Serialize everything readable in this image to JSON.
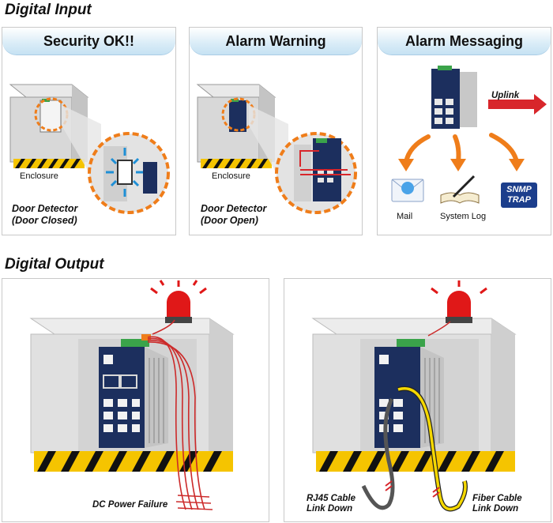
{
  "digital_input": {
    "title": "Digital Input",
    "panels": [
      {
        "title": "Security OK!!",
        "enclosure_label": "Enclosure",
        "detector_line1": "Door Detector",
        "detector_line2": "(Door Closed)"
      },
      {
        "title": "Alarm Warning",
        "enclosure_label": "Enclosure",
        "detector_line1": "Door Detector",
        "detector_line2": "(Door Open)"
      },
      {
        "title": "Alarm Messaging",
        "uplink_label": "Uplink",
        "mail_label": "Mail",
        "syslog_label": "System Log",
        "snmp_line1": "SNMP",
        "snmp_line2": "TRAP"
      }
    ]
  },
  "digital_output": {
    "title": "Digital Output",
    "left": {
      "failure_label": "DC Power Failure"
    },
    "right": {
      "rj45_line1": "RJ45 Cable",
      "rj45_line2": "Link Down",
      "fiber_line1": "Fiber Cable",
      "fiber_line2": "Link Down"
    }
  },
  "colors": {
    "accent_red": "#d8262b",
    "orange": "#ef7d1a",
    "hazard_yellow": "#f5c400",
    "switch_navy": "#1c2f5e",
    "header_blue": "#c6e2f3"
  }
}
